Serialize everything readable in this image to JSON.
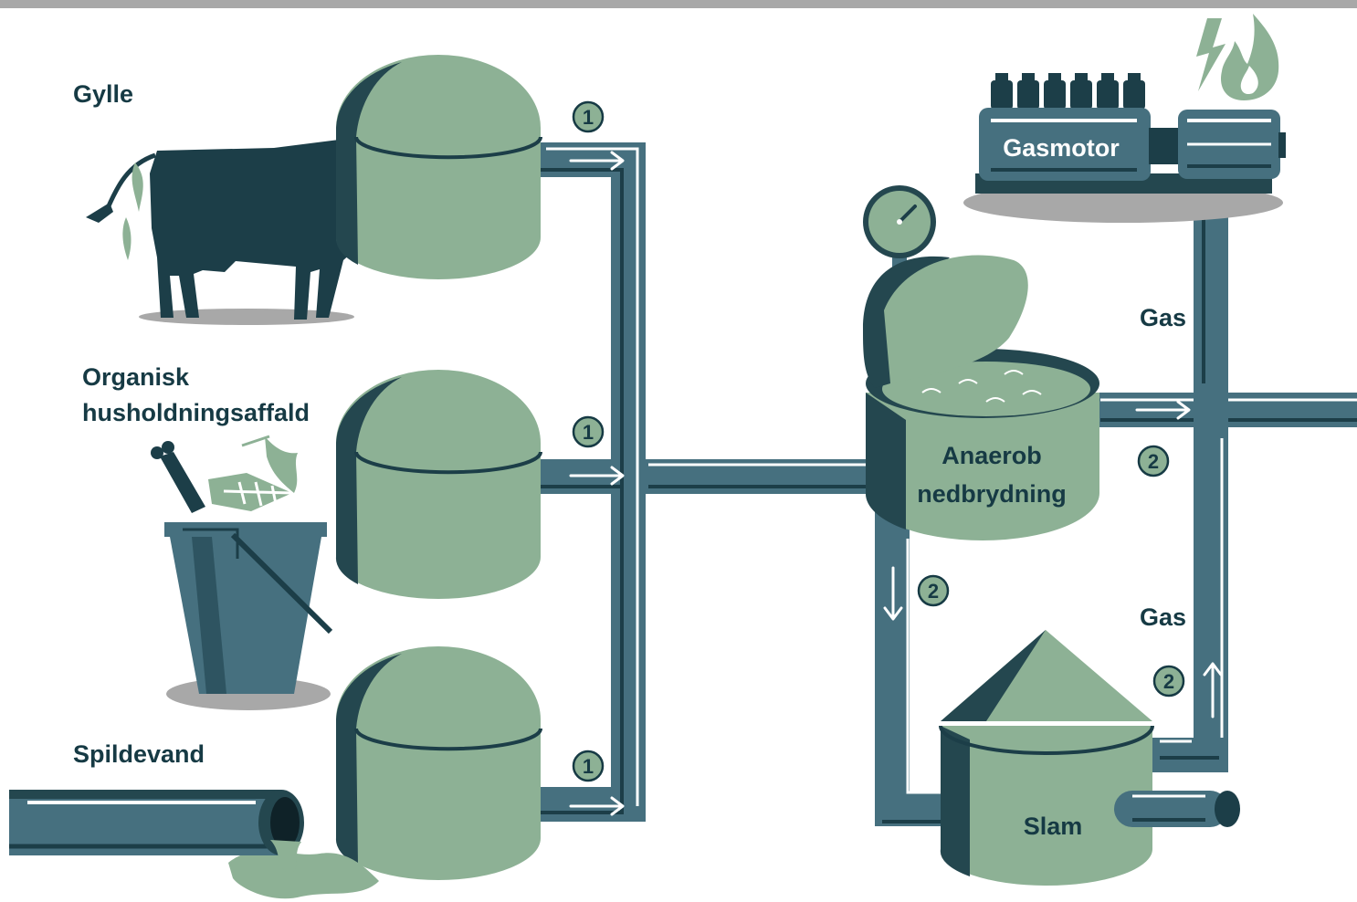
{
  "colors": {
    "pipe": "#46707f",
    "dark": "#1c3e48",
    "tank": "#8db195",
    "tank_dark": "#24474f",
    "text": "#163a44",
    "header_bar": "#a8a8a8"
  },
  "sources": {
    "gylle": "Gylle",
    "organic_line1": "Organisk",
    "organic_line2": "husholdningsaffald",
    "spildevand": "Spildevand"
  },
  "process": {
    "digester_line1": "Anaerob",
    "digester_line2": "nedbrydning",
    "slam": "Slam",
    "engine": "Gasmotor",
    "gas_upper": "Gas",
    "gas_lower": "Gas"
  },
  "steps": {
    "one": "1",
    "two": "2"
  },
  "icons": [
    "cow-icon",
    "bucket-icon",
    "fish-bone-icon",
    "apple-core-icon",
    "bone-icon",
    "sewer-pipe-icon",
    "pressure-gauge-icon",
    "lightning-icon",
    "flame-icon",
    "engine-icon",
    "arrow-right-icon",
    "arrow-down-icon",
    "arrow-up-icon"
  ]
}
